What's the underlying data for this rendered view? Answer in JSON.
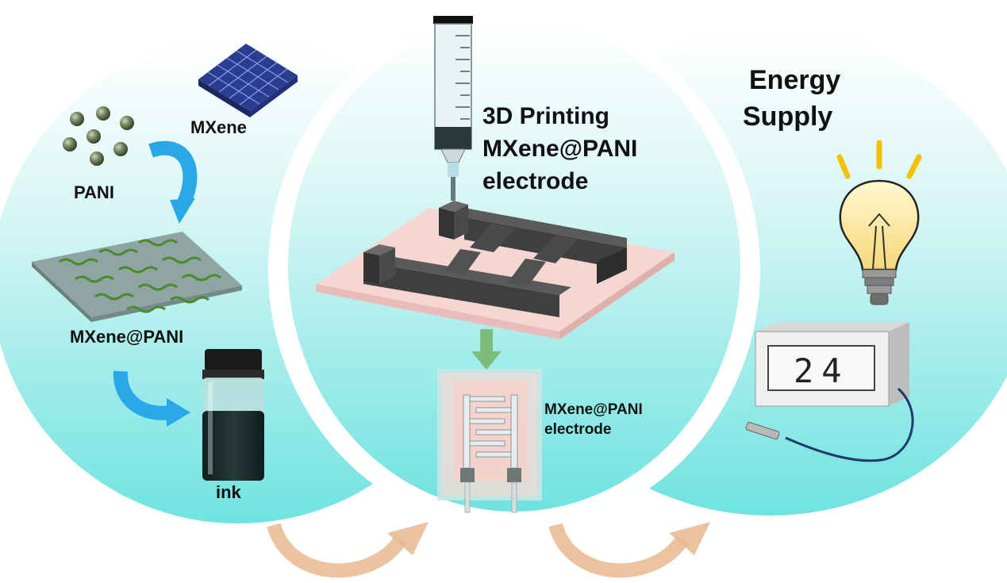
{
  "panels": {
    "synthesis": {
      "mxene_label": "MXene",
      "pani_label": "PANI",
      "composite_label": "MXene@PANI",
      "ink_label": "ink"
    },
    "printing": {
      "title_line1": "3D Printing",
      "title_line2": "MXene@PANI",
      "title_line3": "electrode",
      "electrode_label_line1": "MXene@PANI",
      "electrode_label_line2": "electrode"
    },
    "application": {
      "title_line1": "Energy",
      "title_line2": "Supply",
      "display_value": "24"
    }
  },
  "colors": {
    "bubble_top": "#ffffff",
    "bubble_bottom": "#6fe3e0",
    "flow_arrow": "#29a8e8",
    "process_arrow": "#e8b890",
    "down_arrow": "#7cbd7c",
    "electrode_dark": "#4a4a4a",
    "substrate_pink": "#f7d5d3"
  },
  "icons": [
    "mxene-crystal-icon",
    "pani-particle-icon",
    "syringe-icon",
    "light-bulb-icon",
    "digital-display-icon",
    "vial-icon"
  ]
}
